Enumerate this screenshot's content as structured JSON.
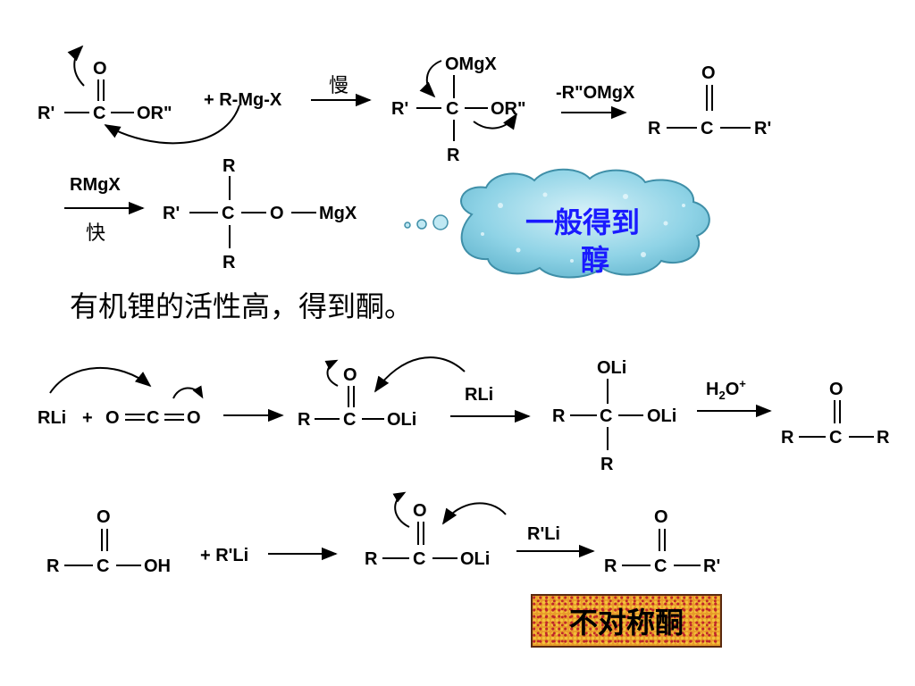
{
  "reaction1": {
    "reactant_carbonyl_o": "O",
    "reactant_left": "R'",
    "reactant_center": "C",
    "reactant_right": "OR\"",
    "reagent": "+ R-Mg-X",
    "arrow_label": "慢",
    "intermediate_top": "OMgX",
    "intermediate_left": "R'",
    "intermediate_center": "C",
    "intermediate_right": "OR\"",
    "intermediate_bottom": "R",
    "elimination_label": "-R\"OMgX",
    "product_o": "O",
    "product_left": "R",
    "product_center": "C",
    "product_right": "R'"
  },
  "reaction2": {
    "arrow_label_top": "RMgX",
    "arrow_label_bottom": "快",
    "top": "R",
    "left": "R'",
    "center": "C",
    "o": "O",
    "right": "MgX",
    "bottom": "R",
    "cloud_line1": "一般得到",
    "cloud_line2": "醇"
  },
  "note": "有机锂的活性高，得到酮。",
  "reaction3": {
    "reactant": "RLi",
    "plus": "+",
    "co2_o1": "O",
    "co2_c": "C",
    "co2_o2": "O",
    "carboxylate_o": "O",
    "carboxylate_left": "R",
    "carboxylate_center": "C",
    "carboxylate_right": "OLi",
    "reagent": "RLi",
    "inter_top": "OLi",
    "inter_left": "R",
    "inter_center": "C",
    "inter_right": "OLi",
    "inter_bottom": "R",
    "hydrolysis_label": "H2O+",
    "product_o": "O",
    "product_left": "R",
    "product_center": "C",
    "product_right": "R"
  },
  "reaction4": {
    "acid_o": "O",
    "acid_left": "R",
    "acid_center": "C",
    "acid_right": "OH",
    "reagent": "+ R'Li",
    "carboxylate_o": "O",
    "carboxylate_left": "R",
    "carboxylate_center": "C",
    "carboxylate_right": "OLi",
    "arrow_label": "R'Li",
    "product_o": "O",
    "product_left": "R",
    "product_center": "C",
    "product_right": "R'",
    "box_label": "不对称酮"
  },
  "colors": {
    "cloud_text": "#1a1aff",
    "cloud_fill": "#8fd3e6",
    "box_fill": "#e89a2a"
  }
}
